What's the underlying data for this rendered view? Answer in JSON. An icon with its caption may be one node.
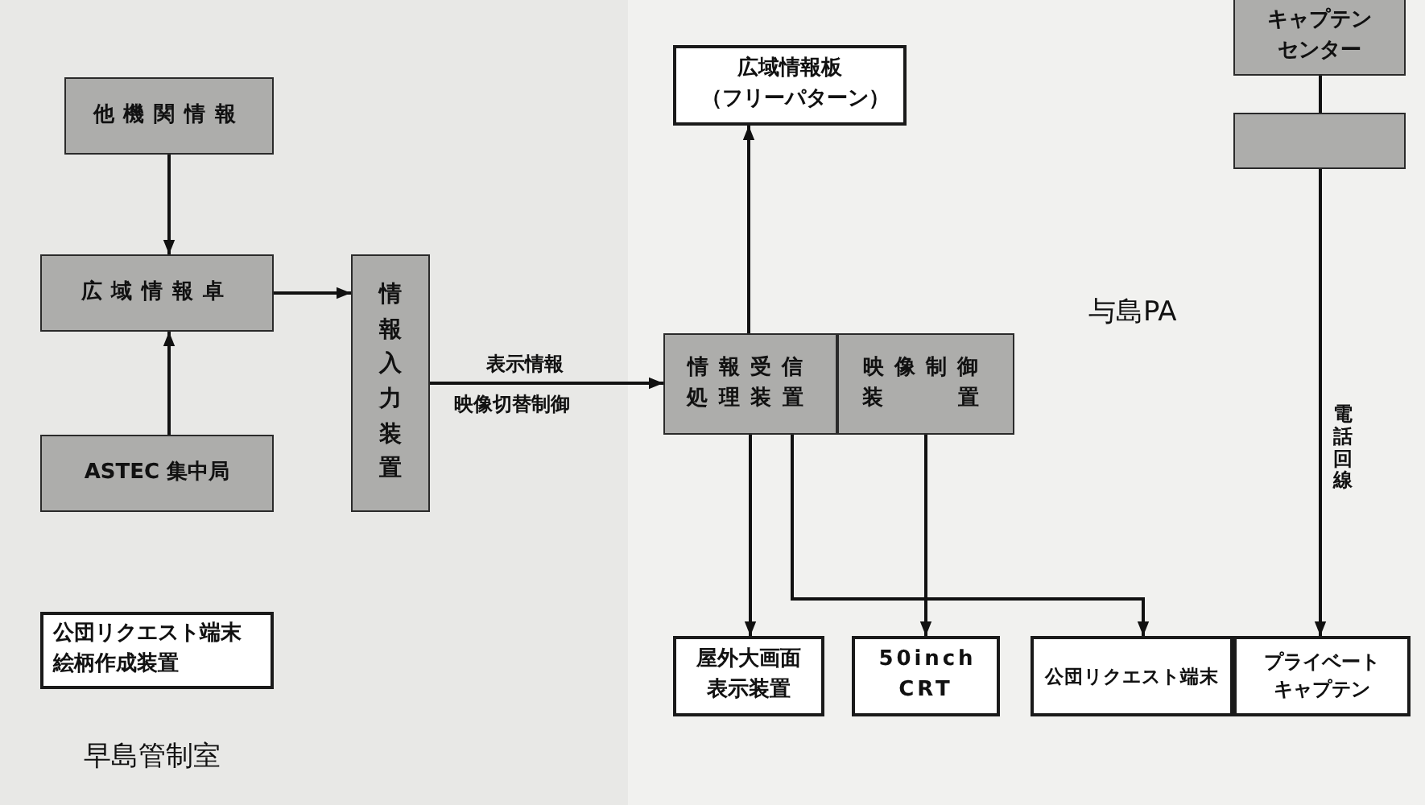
{
  "diagram": {
    "nodes": [
      {
        "text": [
          "他機関情報"
        ]
      },
      {
        "text": [
          "広域情報卓"
        ]
      },
      {
        "text": [
          "ASTEC 集中局"
        ]
      },
      {
        "text": [
          "情報入力装置"
        ]
      },
      {
        "text": [
          "公団リクエスト端末絵柄作成装置"
        ]
      },
      {
        "text": [
          "広域情報板（フリーパターン）"
        ]
      },
      {
        "text": [
          "情報受信処理装置"
        ]
      },
      {
        "text": [
          "映像制御装置"
        ]
      },
      {
        "text": [
          "キャプテンセンター"
        ]
      },
      {
        "text": [],
        "shape": "box"
      },
      {
        "text": [
          "屋外大画面表示装置"
        ]
      },
      {
        "text": [
          "50inch CRT"
        ]
      },
      {
        "text": [
          "公団リクエスト端末"
        ]
      },
      {
        "text": [
          "プライベートキャプテン"
        ]
      }
    ],
    "edges": [
      {
        "from": 0,
        "to": 1,
        "arrow": "to"
      },
      {
        "from": 2,
        "to": 1,
        "arrow": "to"
      },
      {
        "from": 1,
        "to": 3,
        "arrow": "to"
      },
      {
        "from": 3,
        "to": 6,
        "arrow": "to",
        "label": "表示情報"
      },
      {
        "from": 6,
        "to": 5,
        "arrow": "to"
      },
      {
        "from": 6,
        "to": 10,
        "arrow": "to"
      },
      {
        "from": 6,
        "to": 12,
        "arrow": "to"
      },
      {
        "from": 7,
        "to": 11,
        "arrow": "to"
      },
      {
        "from": 8,
        "to": 9,
        "arrow": "none"
      },
      {
        "from": 9,
        "to": 13,
        "arrow": "to",
        "label": "電話回線"
      }
    ],
    "labels": [
      "与島PA",
      "映像切替制御",
      "早島管制室"
    ]
  }
}
